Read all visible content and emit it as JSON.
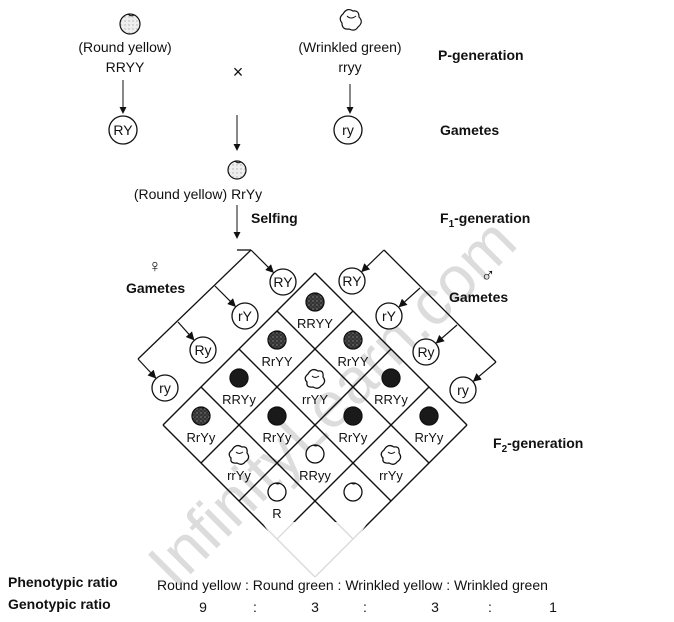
{
  "watermark": "InfinityLearn.com",
  "parents": {
    "p1_phenotype": "(Round yellow)",
    "p1_genotype": "RRYY",
    "cross_symbol": "×",
    "p2_phenotype": "(Wrinkled green)",
    "p2_genotype": "rryy",
    "p1_gamete": "RY",
    "p2_gamete": "ry"
  },
  "f1": {
    "label": "(Round yellow) RrYy",
    "selfing": "Selfing"
  },
  "side_labels": {
    "p_generation": "P-generation",
    "gametes": "Gametes",
    "f1_prefix": "F",
    "f1_sub": "1",
    "f1_suffix": "-generation",
    "f2_prefix": "F",
    "f2_sub": "2",
    "f2_suffix": "-generation"
  },
  "female": {
    "symbol": "♀",
    "label": "Gametes",
    "gametes": [
      "RY",
      "rY",
      "Ry",
      "ry"
    ]
  },
  "male": {
    "symbol": "♂",
    "label": "Gametes",
    "gametes": [
      "RY",
      "rY",
      "Ry",
      "ry"
    ]
  },
  "seed_colors": {
    "yellow_round": "#1a1a1a",
    "yellow_round_stippled": "#3a3a3a",
    "outline": "#111111"
  },
  "grid": [
    [
      "RRYY",
      "RrYY",
      "RRYy",
      "RrYy"
    ],
    [
      "RrYY",
      "rrYY",
      "RrYy",
      "rrYy"
    ],
    [
      "RRYy",
      "RrYy",
      "RRyy",
      ""
    ],
    [
      "RrYy",
      "rrYy",
      "R",
      ""
    ]
  ],
  "grid_seeds": [
    [
      "round-yellow-stippled",
      "round-yellow-stippled",
      "round-yellow",
      "round-yellow"
    ],
    [
      "round-yellow-stippled",
      "wrinkled-yellow",
      "round-yellow",
      "wrinkled-yellow"
    ],
    [
      "round-yellow",
      "round-yellow",
      "round-green",
      "round-green"
    ],
    [
      "round-yellow-stippled",
      "wrinkled-yellow",
      "round-green",
      "none"
    ]
  ],
  "ratios": {
    "phenotypic_label": "Phenotypic ratio",
    "phenotypic_text": "Round yellow : Round green : Wrinkled yellow : Wrinkled green",
    "genotypic_label": "Genotypic ratio",
    "values": [
      "9",
      ":",
      "3",
      ":",
      "3",
      ":",
      "1"
    ]
  }
}
